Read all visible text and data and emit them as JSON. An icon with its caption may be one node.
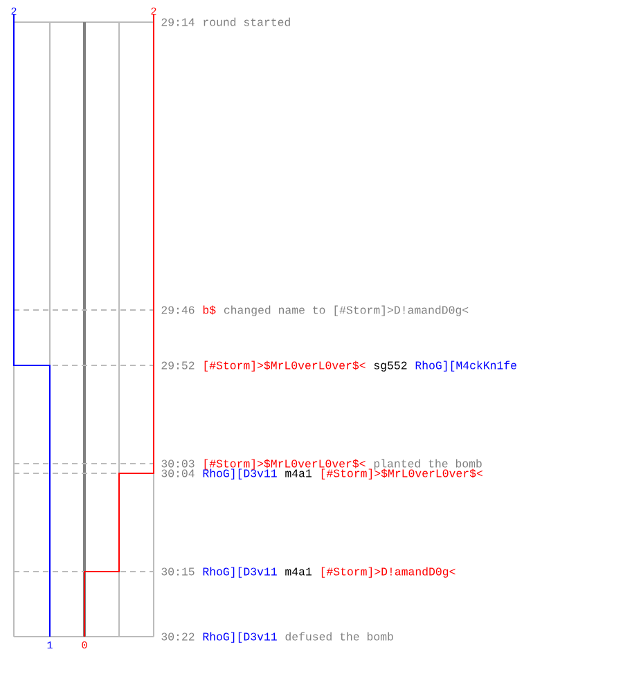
{
  "diagram": {
    "labels": [
      "2",
      "2",
      "29:14",
      "round started",
      "29:46",
      "b$",
      "changed name to [#Storm]>D!amandD0g<",
      "29:52",
      "[#Storm]>$MrL0verL0ver$<",
      "sg552",
      "RhoG][M4ckKn1fe",
      "30:03",
      "[#Storm]>$MrL0verL0ver$<",
      "planted the bomb",
      "30:04",
      "RhoG][D3v11",
      "m4a1",
      "[#Storm]>$MrL0verL0ver$<",
      "30:15",
      "RhoG][D3v11",
      "m4a1",
      "[#Storm]>D!amandD0g<",
      "30:22",
      "RhoG][D3v11",
      "defused the bomb",
      "1",
      "0"
    ]
  }
}
